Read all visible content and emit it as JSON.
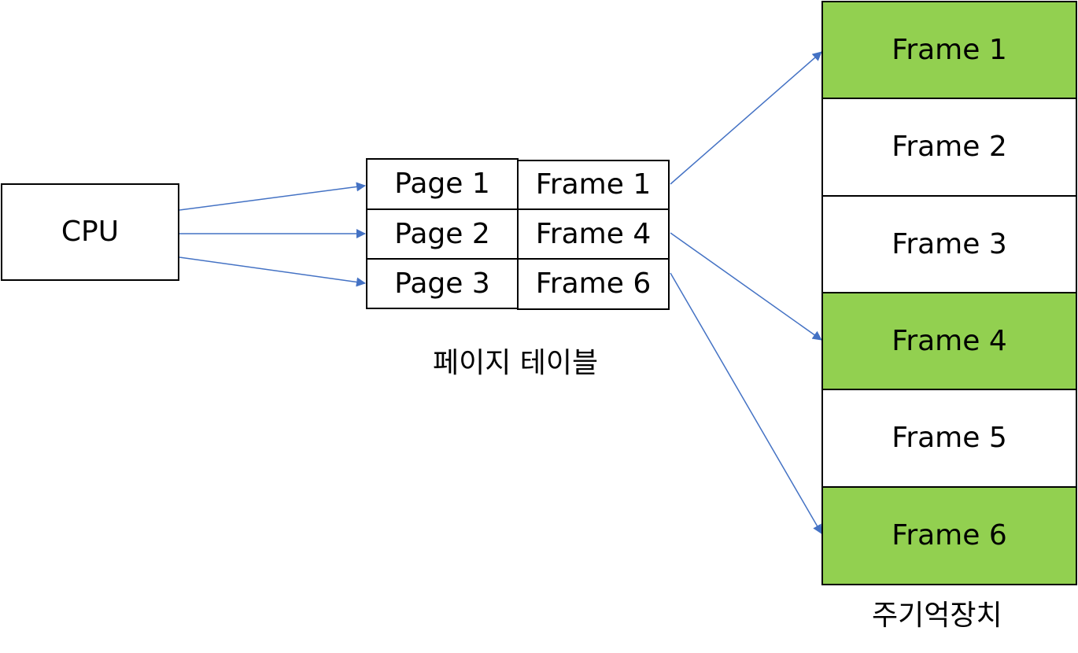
{
  "cpu": {
    "label": "CPU"
  },
  "page_table": {
    "caption": "페이지 테이블",
    "rows": [
      {
        "page": "Page 1",
        "frame": "Frame 1"
      },
      {
        "page": "Page 2",
        "frame": "Frame 4"
      },
      {
        "page": "Page 3",
        "frame": "Frame 6"
      }
    ]
  },
  "main_memory": {
    "caption": "주기억장치",
    "frames": [
      {
        "label": "Frame 1",
        "used": true
      },
      {
        "label": "Frame 2",
        "used": false
      },
      {
        "label": "Frame 3",
        "used": false
      },
      {
        "label": "Frame 4",
        "used": true
      },
      {
        "label": "Frame 5",
        "used": false
      },
      {
        "label": "Frame 6",
        "used": true
      }
    ]
  },
  "colors": {
    "used_frame": "#92d050",
    "free_frame": "#ffffff",
    "arrow": "#4472c4",
    "border": "#000000"
  }
}
